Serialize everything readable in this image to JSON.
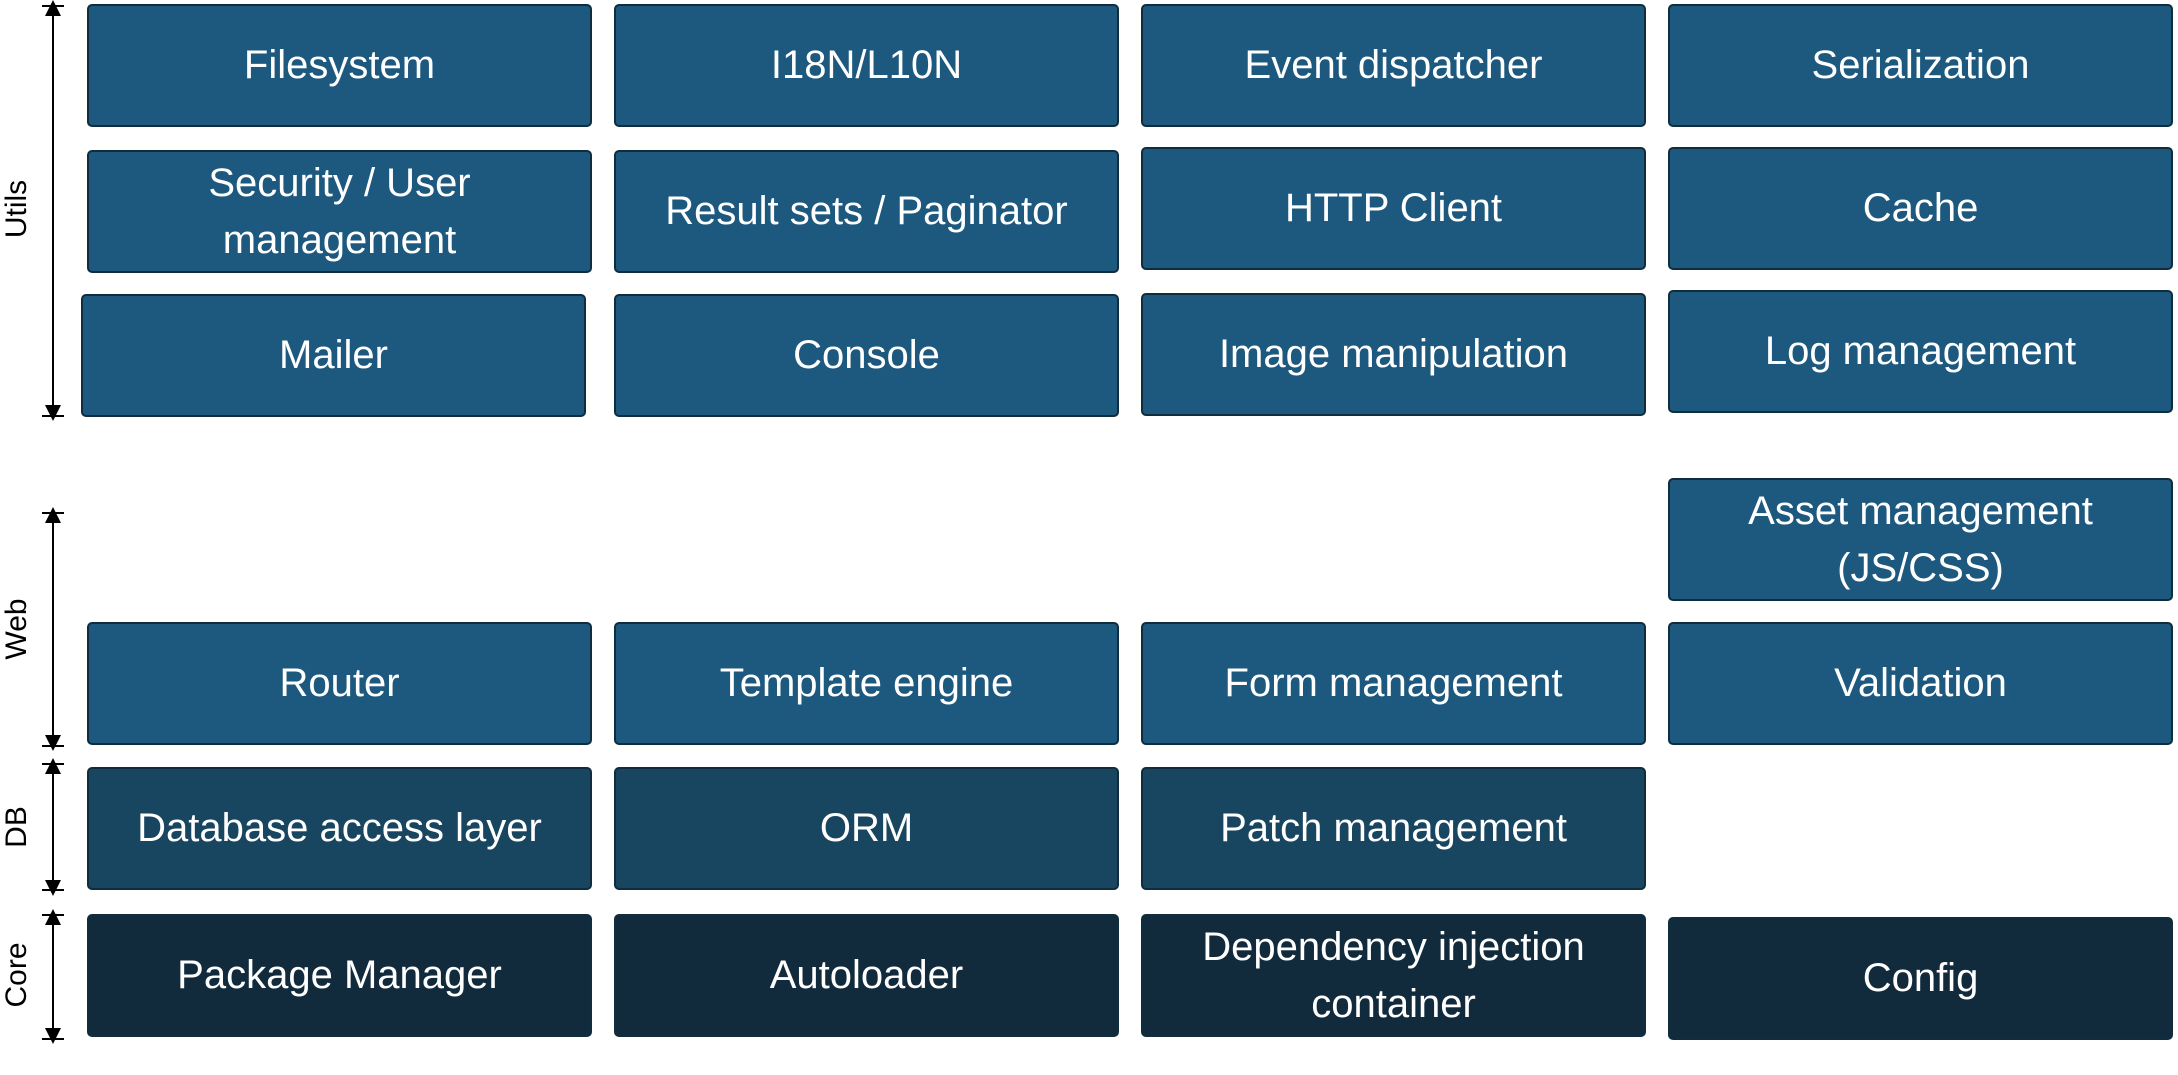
{
  "layers": {
    "utils": {
      "label": "Utils",
      "modules": [
        "Filesystem",
        "I18N/L10N",
        "Event dispatcher",
        "Serialization",
        "Security / User management",
        "Result sets / Paginator",
        "HTTP Client",
        "Cache",
        "Mailer",
        "Console",
        "Image manipulation",
        "Log management"
      ]
    },
    "web": {
      "label": "Web",
      "modules": [
        "Asset management (JS/CSS)",
        "Router",
        "Template engine",
        "Form management",
        "Validation"
      ]
    },
    "db": {
      "label": "DB",
      "modules": [
        "Database access layer",
        "ORM",
        "Patch management"
      ]
    },
    "core": {
      "label": "Core",
      "modules": [
        "Package Manager",
        "Autoloader",
        "Dependency injection container",
        "Config"
      ]
    }
  }
}
